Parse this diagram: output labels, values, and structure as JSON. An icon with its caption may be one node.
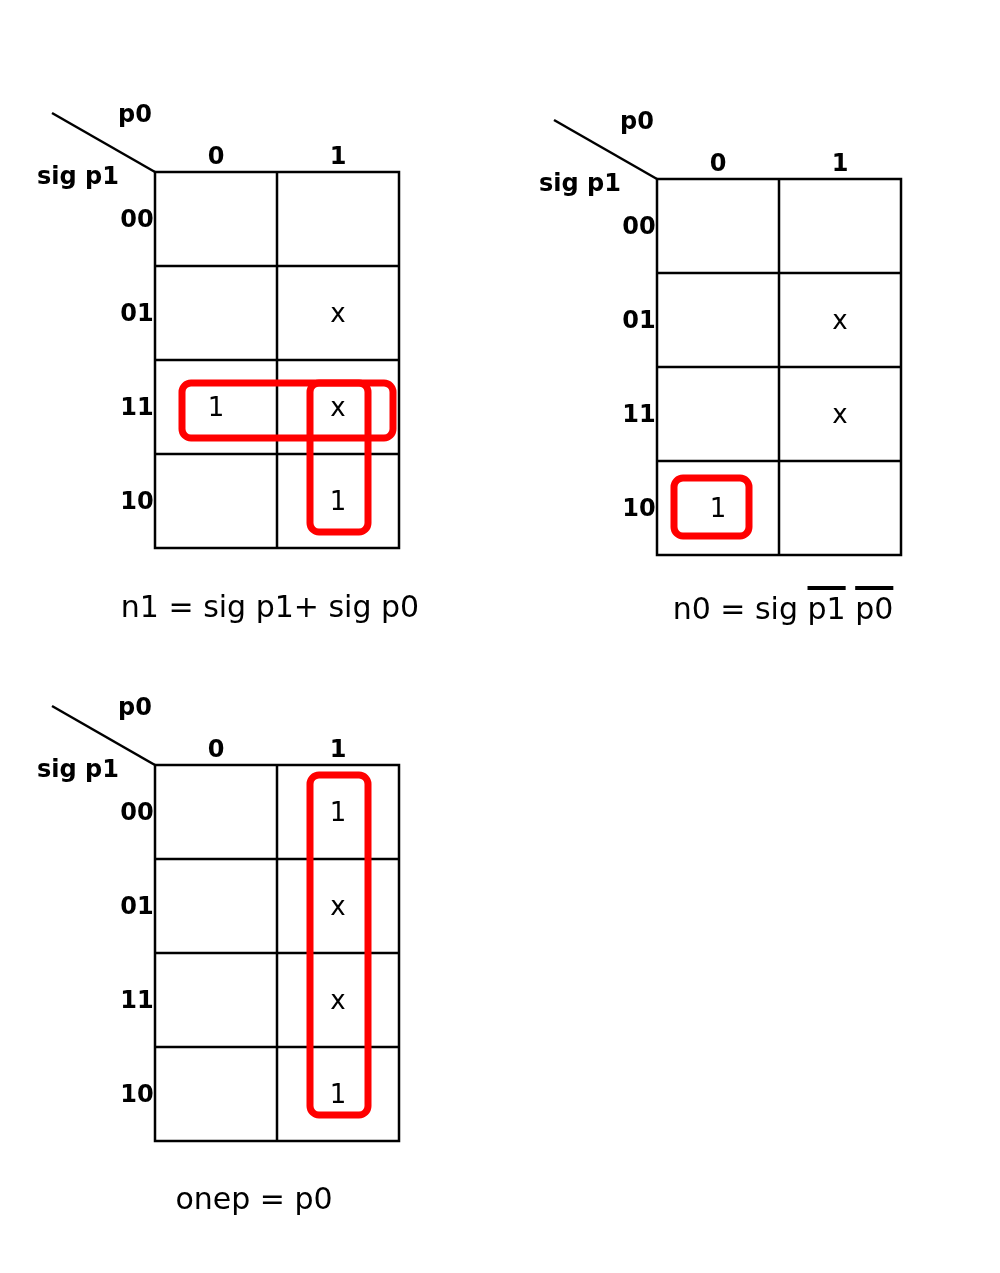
{
  "diagram": {
    "labels": [
      "p0",
      "sig p1",
      "0",
      "1",
      "00",
      "01",
      "x",
      "11",
      "1",
      "x",
      "10",
      "1",
      "n1 = sig p1+ sig p0",
      "p0",
      "sig p1",
      "0",
      "1",
      "00",
      "01",
      "x",
      "11",
      "x",
      "10",
      "1",
      "n0 = sig p1 p0",
      "p0",
      "sig p1",
      "0",
      "1",
      "00",
      "1",
      "01",
      "x",
      "11",
      "x",
      "10",
      "1",
      "onep = p0"
    ]
  }
}
